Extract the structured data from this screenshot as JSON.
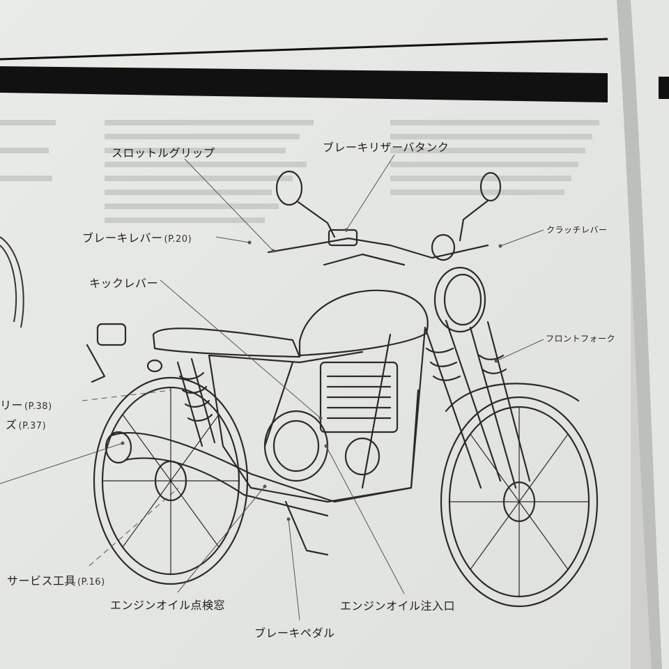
{
  "labels": {
    "throttle_grip": {
      "text": "スロットルグリップ"
    },
    "brake_reservoir": {
      "text": "ブレーキリザーバタンク"
    },
    "brake_lever": {
      "text": "ブレーキレバー",
      "ref": "(P.20)"
    },
    "clutch_lever": {
      "text": "クラッチレバー"
    },
    "kick_lever": {
      "text": "キックレバー"
    },
    "front_fork": {
      "text": "フロントフォーク"
    },
    "left_cut_1": {
      "text": "リー",
      "ref": "(P.38)"
    },
    "left_cut_2": {
      "text": "ズ",
      "ref": "(P.37)"
    },
    "service_tool": {
      "text": "サービス工具",
      "ref": "(P.16)"
    },
    "oil_window": {
      "text": "エンジンオイル点検窓"
    },
    "oil_filler": {
      "text": "エンジンオイル注入口"
    },
    "brake_pedal": {
      "text": "ブレーキペダル"
    }
  }
}
